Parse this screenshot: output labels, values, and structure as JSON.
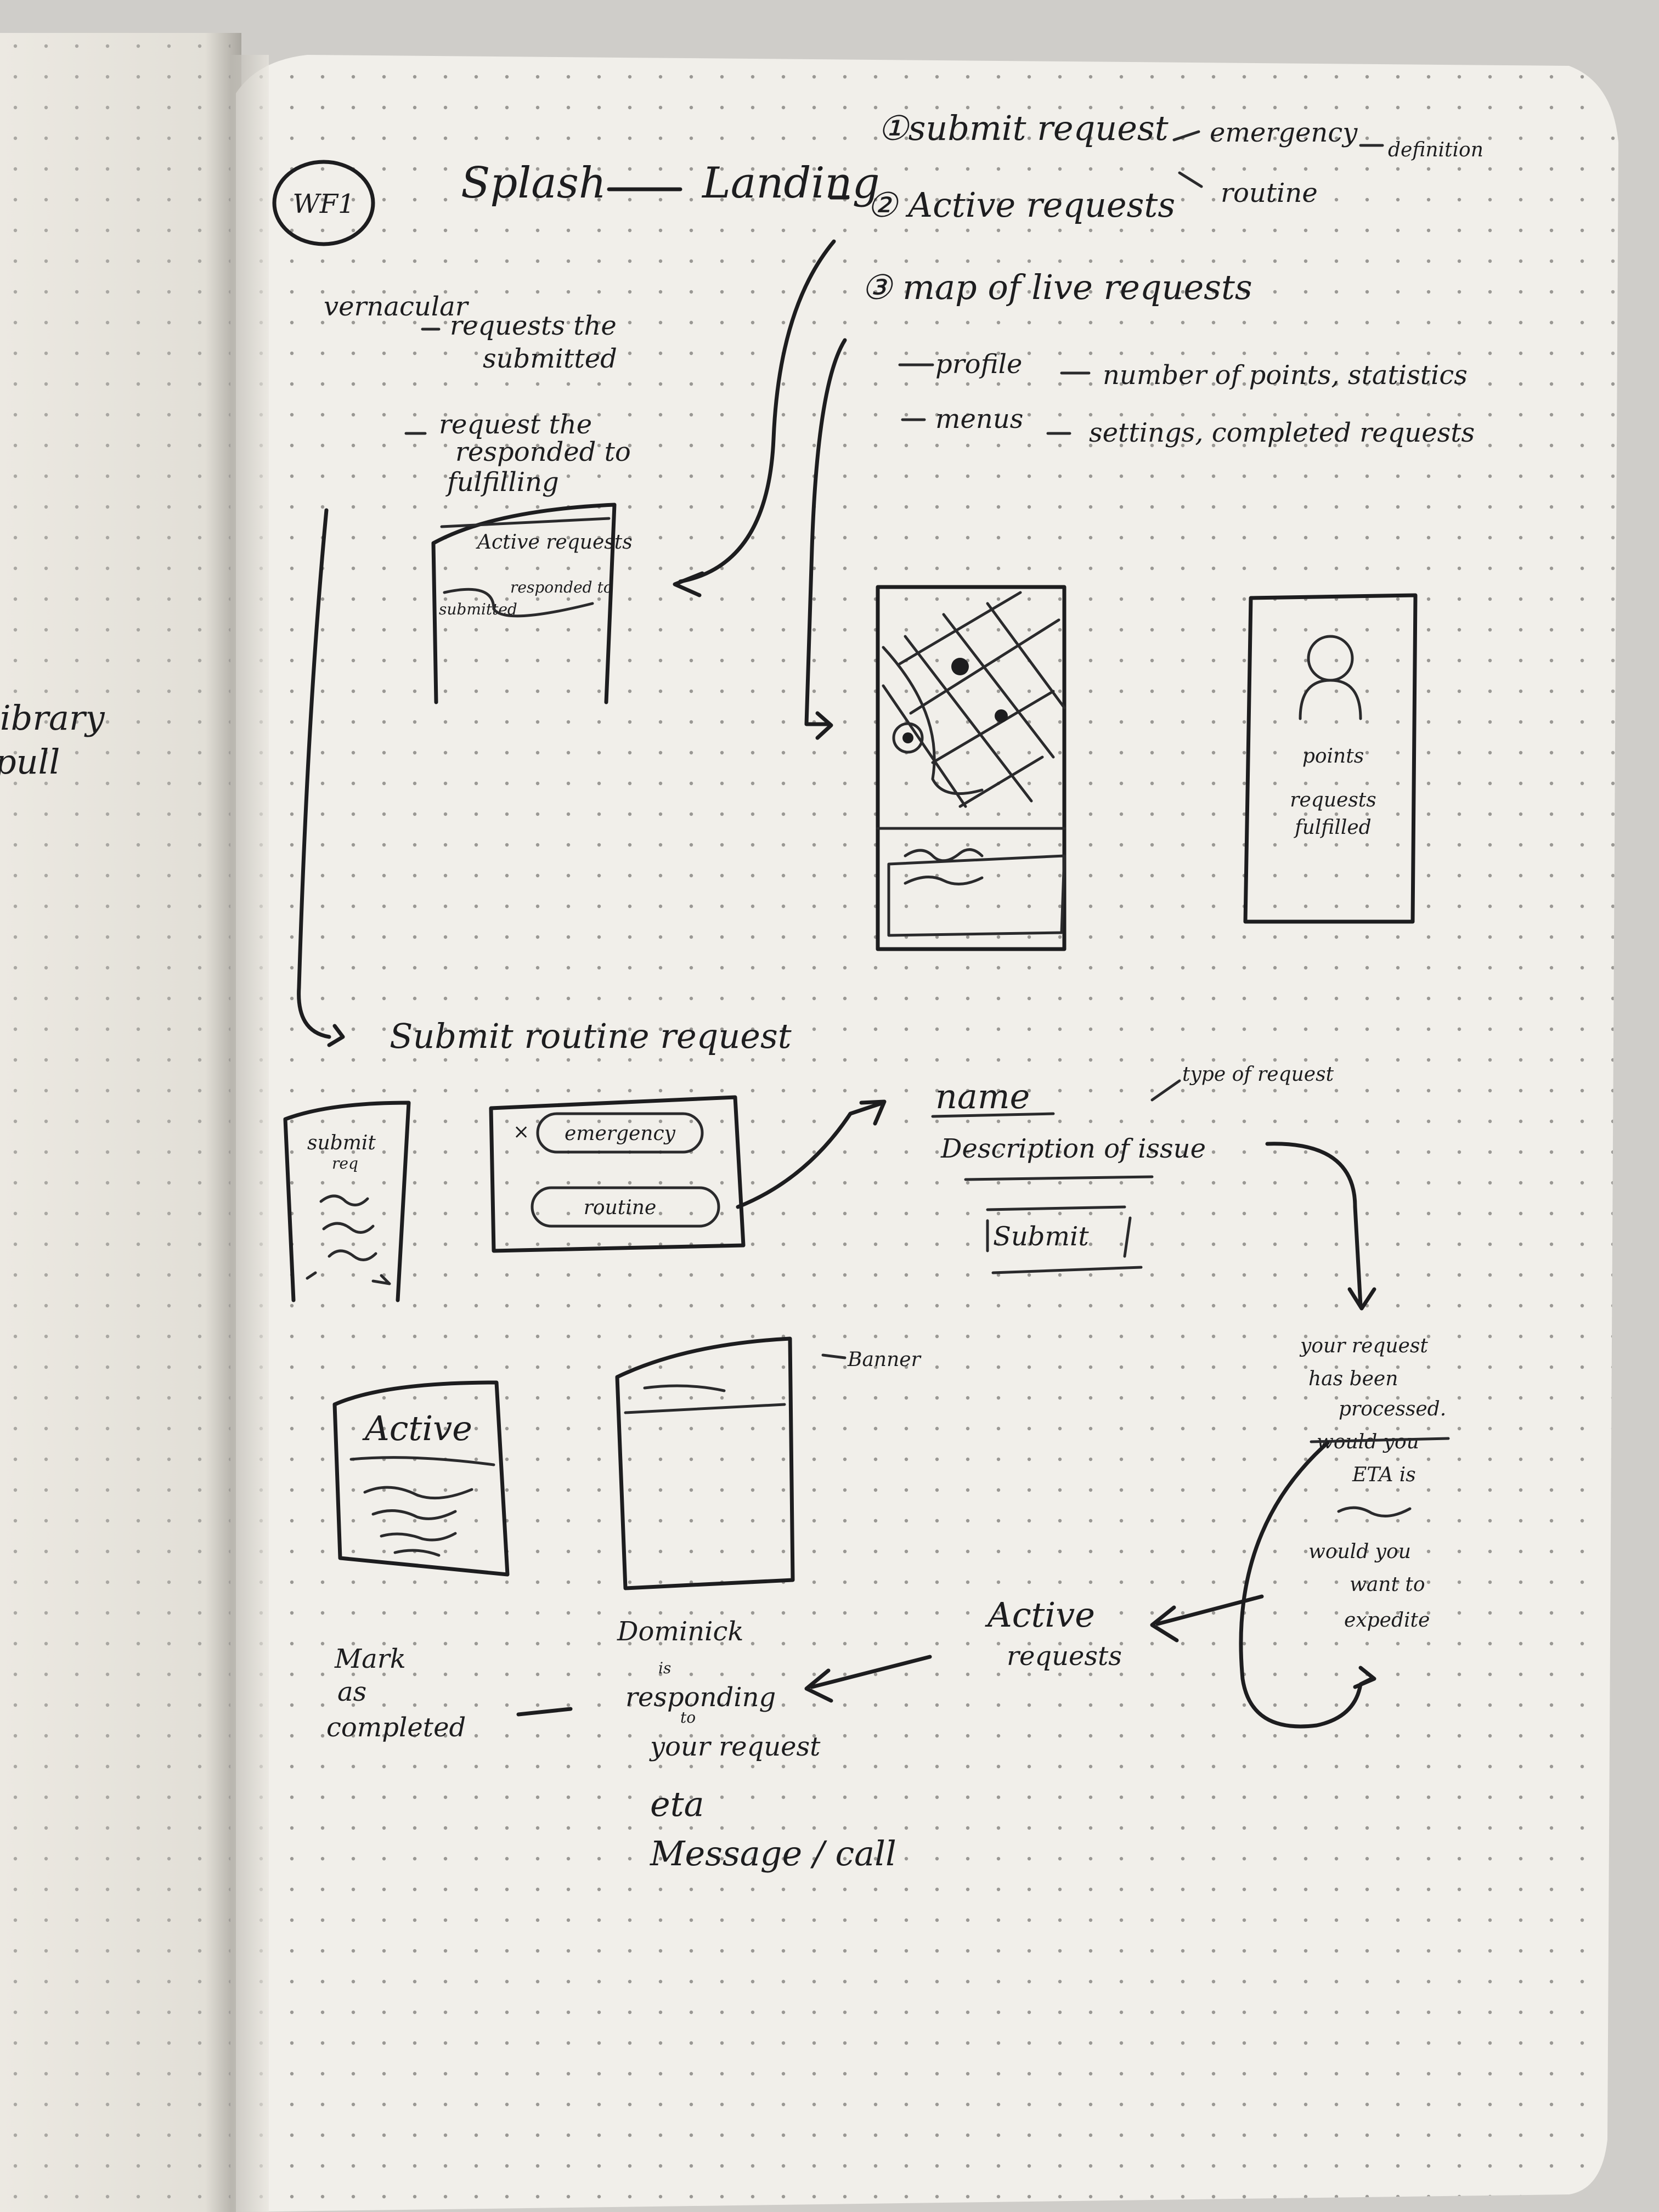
{
  "header": {
    "wf_badge": "WF1",
    "splash": "Splash",
    "landing": "Landing"
  },
  "landing_options": {
    "opt1": "①submit request",
    "opt1_emergency": "emergency",
    "opt1_definition": "definition",
    "opt1_routine": "routine",
    "opt2": "② Active requests",
    "opt3": "③ map of live requests",
    "profile": "profile",
    "profile_detail": "number of points, statistics",
    "menus": "menus",
    "menus_detail": "settings, completed requests"
  },
  "vernacular": {
    "title": "vernacular",
    "item1_line1": "requests the",
    "item1_line2": "submitted",
    "item2_line1": "request the",
    "item2_line2": "responded to",
    "item2_line3": "fulfilling"
  },
  "active_wireframe": {
    "title": "Active requests",
    "submitted": "submitted",
    "responded": "responded to"
  },
  "profile_wireframe": {
    "points": "points",
    "requests": "requests",
    "fulfilled": "fulfilled"
  },
  "submit_flow": {
    "title": "Submit routine request",
    "card_title_1": "submit",
    "card_title_2": "req",
    "emergency_button": "emergency",
    "routine_button": "routine",
    "form_name": "name",
    "form_type": "type of request",
    "form_description": "Description of issue",
    "form_submit": "Submit"
  },
  "confirmation": {
    "line1": "your request",
    "line2": "has been",
    "line3": "processed.",
    "struck": "would you",
    "eta": "ETA is",
    "q1": "would you",
    "q2": "want to",
    "q3": "expedite"
  },
  "bottom": {
    "active_card_title": "Active",
    "banner_label": "Banner",
    "mark_1": "Mark",
    "mark_2": "as",
    "mark_3": "completed",
    "dominick_1": "Dominick",
    "dominick_2": "is",
    "dominick_3": "responding",
    "dominick_4": "to",
    "dominick_5": "your request",
    "eta": "eta",
    "message_call": "Message / call",
    "active_requests_1": "Active",
    "active_requests_2": "requests"
  },
  "left_page": {
    "fragment1": "library",
    "fragment2": "pull"
  }
}
